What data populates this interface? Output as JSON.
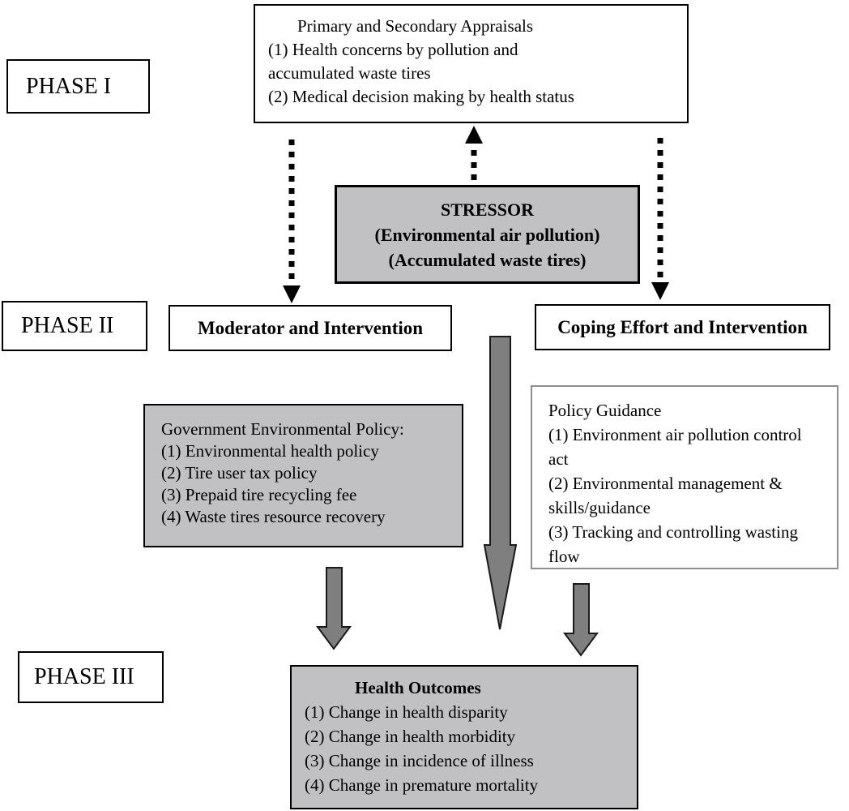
{
  "phases": {
    "phase1_label": "PHASE I",
    "phase2_label": "PHASE II",
    "phase3_label": "PHASE III"
  },
  "boxes": {
    "appraisals": {
      "lines": [
        "Primary and Secondary Appraisals",
        "(1) Health concerns by pollution and",
        "accumulated waste tires",
        "(2) Medical decision making by health status"
      ]
    },
    "stressor": {
      "lines": [
        "STRESSOR",
        "(Environmental air pollution)",
        "(Accumulated waste tires)"
      ]
    },
    "moderator": {
      "label": "Moderator and Intervention"
    },
    "coping": {
      "label": "Coping Effort and Intervention"
    },
    "government_policy": {
      "lines": [
        "Government Environmental Policy:",
        "(1) Environmental health policy",
        "(2) Tire user tax policy",
        "(3) Prepaid tire recycling fee",
        "(4) Waste tires resource recovery"
      ]
    },
    "policy_guidance": {
      "lines": [
        "Policy Guidance",
        "(1) Environment air pollution control",
        "act",
        "(2) Environmental management &",
        "skills/guidance",
        "(3) Tracking and controlling wasting",
        "flow"
      ]
    },
    "health_outcomes": {
      "lines": [
        "Health Outcomes",
        "(1) Change in health disparity",
        "(2) Change in health morbidity",
        "(3) Change in incidence of illness",
        "(4) Change in premature mortality"
      ]
    }
  },
  "colors": {
    "gray_box_fill": "#c1c1c3",
    "solid_arrow_fill": "#7f7f7f",
    "dashed_arrow_color": "#000000",
    "border_black": "#000000",
    "policy_guidance_border": "#8f8f8f"
  }
}
